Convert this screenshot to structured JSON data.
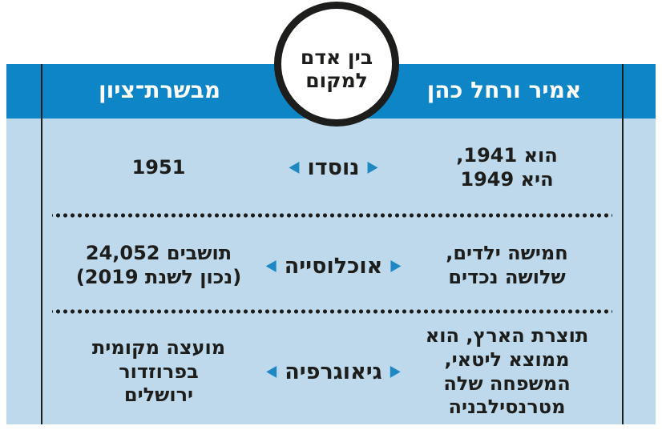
{
  "badge": {
    "title": "בין אדם\nלמקום"
  },
  "header": {
    "place": "מבשרת־ציון",
    "person": "אמיר ורחל כהן"
  },
  "rows": [
    {
      "label": "נוסדו",
      "place": "1951",
      "person": "הוא 1941,\nהיא 1949"
    },
    {
      "label": "אוכלוסייה",
      "place": "תושבים 24,052\n(נכון לשנת 2019)",
      "person": "חמישה ילדים,\nשלושה נכדים"
    },
    {
      "label": "גיאוגרפיה",
      "place": "מועצה מקומית\nבפרוזדור\nירושלים",
      "person": "תוצרת הארץ, הוא\nממוצא ליטאי,\nהמשפחה שלה\nמטרנסילבניה"
    }
  ],
  "icons": {
    "arrow_right": "▶",
    "arrow_left": "◀"
  },
  "colors": {
    "header_blue": "#0d85c6",
    "panel_blue": "#bed9ec",
    "arrow_blue": "#1e88c5",
    "ink": "#1d1d1b"
  }
}
